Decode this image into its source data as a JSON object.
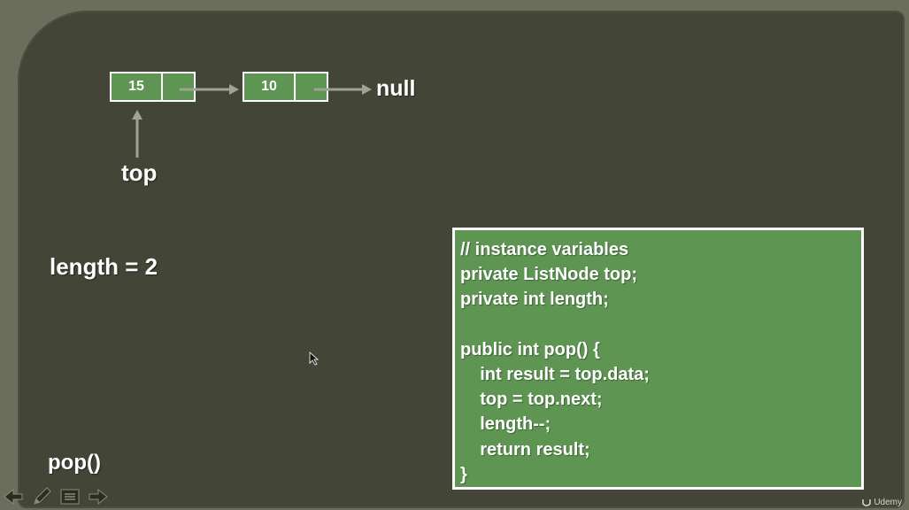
{
  "nodes": [
    {
      "value": "15"
    },
    {
      "value": "10"
    }
  ],
  "null_label": "null",
  "top_label": "top",
  "length_text": "length = 2",
  "method_label": "pop()",
  "code": {
    "lines": [
      "// instance variables",
      "private ListNode top;",
      "private int length;",
      "",
      "public int pop() {",
      "    int result = top.data;",
      "    top = top.next;",
      "    length--;",
      "    return result;",
      "}"
    ]
  },
  "toolbar": {
    "icons": [
      "arrow-left-icon",
      "pencil-icon",
      "menu-icon",
      "arrow-right-icon"
    ]
  },
  "watermark": "Udemy",
  "colors": {
    "node_fill": "#5e9552",
    "background": "#434536",
    "text": "#ffffff"
  }
}
